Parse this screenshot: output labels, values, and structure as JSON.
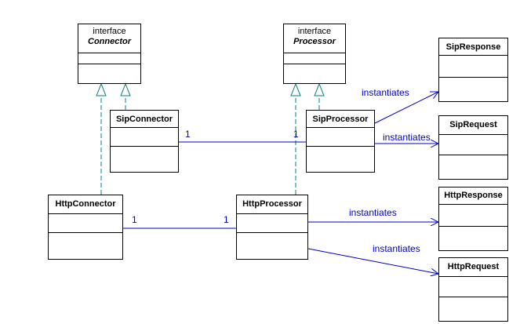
{
  "classes": {
    "connector": {
      "stereotype": "interface",
      "name": "Connector"
    },
    "processor": {
      "stereotype": "interface",
      "name": "Processor"
    },
    "sip_connector": {
      "name": "SipConnector"
    },
    "sip_processor": {
      "name": "SipProcessor"
    },
    "http_connector": {
      "name": "HttpConnector"
    },
    "http_processor": {
      "name": "HttpProcessor"
    },
    "sip_response": {
      "name": "SipResponse"
    },
    "sip_request": {
      "name": "SipRequest"
    },
    "http_response": {
      "name": "HttpResponse"
    },
    "http_request": {
      "name": "HttpRequest"
    }
  },
  "associations": {
    "sip": {
      "left_mult": "1",
      "right_mult": "1"
    },
    "http": {
      "left_mult": "1",
      "right_mult": "1"
    }
  },
  "dependencies": {
    "sip_response": "instantiates",
    "sip_request": "instantiates",
    "http_response": "instantiates",
    "http_request": "instantiates"
  },
  "colors": {
    "association_line": "#0000cc",
    "realization_line": "#008080",
    "label_text": "#0000cc",
    "box_border": "#000000"
  }
}
